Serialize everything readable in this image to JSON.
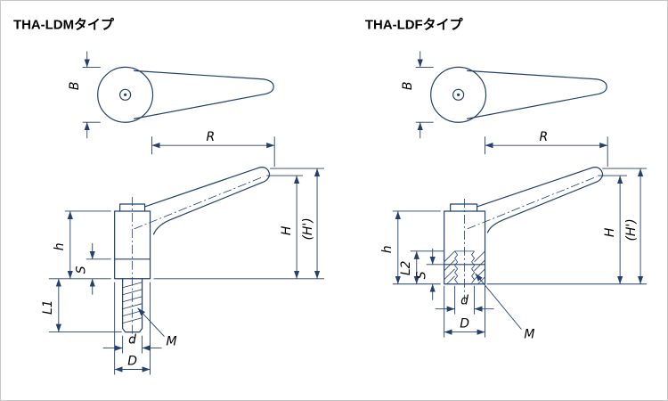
{
  "colors": {
    "line": "#23406e",
    "text": "#000000",
    "background": "#ffffff",
    "border": "#c8c8c8"
  },
  "left": {
    "title": "THA-LDMタイプ",
    "dims": {
      "b": "B",
      "r": "R",
      "h": "h",
      "s": "S",
      "l1": "L1",
      "d": "d",
      "D": "D",
      "H": "H",
      "Hp": "(H')",
      "m": "M"
    }
  },
  "right": {
    "title": "THA-LDFタイプ",
    "dims": {
      "b": "B",
      "r": "R",
      "h": "h",
      "l2": "L2",
      "s": "S",
      "d": "d",
      "D": "D",
      "H": "H",
      "Hp": "(H')",
      "m": "M"
    }
  }
}
